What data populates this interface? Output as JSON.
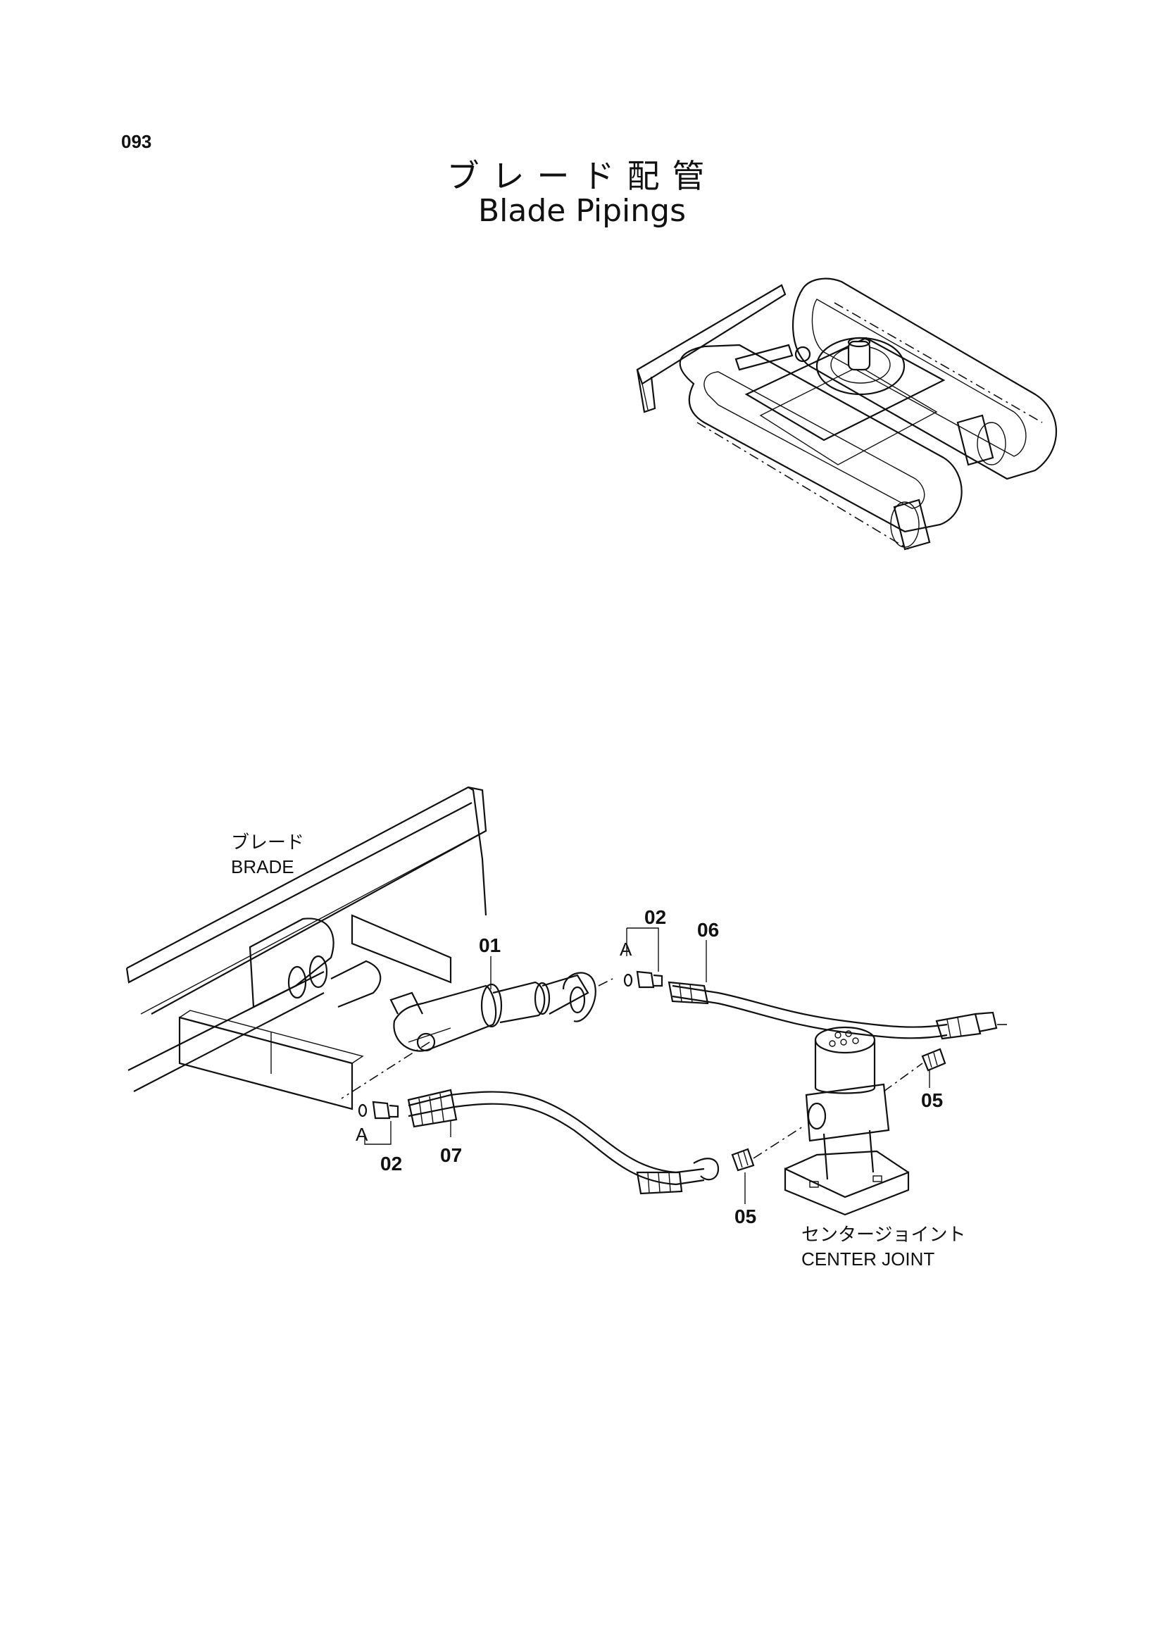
{
  "page_number": "093",
  "title_jp": "ブレード配管",
  "title_en": "Blade Pipings",
  "labels": {
    "blade_jp": "ブレード",
    "blade_en": "BRADE",
    "center_joint_jp": "センタージョイント",
    "center_joint_en": "CENTER JOINT"
  },
  "callouts": {
    "c01": "01",
    "c02_top": "02",
    "c02_bottom": "02",
    "c06": "06",
    "c07": "07",
    "c05_right": "05",
    "c05_bottom": "05",
    "a_top": "A",
    "a_bottom": "A"
  }
}
